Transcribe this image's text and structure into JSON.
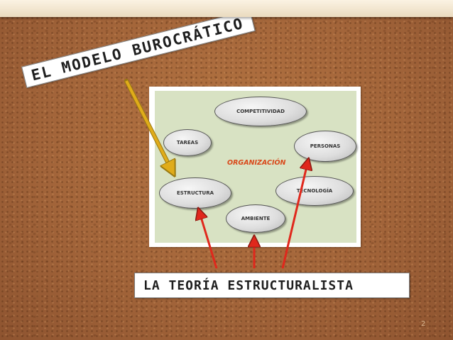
{
  "slide": {
    "top_label": "EL MODELO BUROCRÁTICO",
    "bottom_label": "LA TEORÍA ESTRUCTURALISTA",
    "page_number": "2"
  },
  "diagram": {
    "center": "ORGANIZACIÓN",
    "nodes": {
      "competitividad": "COMPETITIVIDAD",
      "tareas": "TAREAS",
      "personas": "PERSONAS",
      "estructura": "ESTRUCTURA",
      "tecnologia": "TECNOLOGÍA",
      "ambiente": "AMBIENTE"
    }
  },
  "colors": {
    "cork": "#a8693b",
    "diagram_background": "#d8e2c3",
    "center_text": "#d9491b",
    "yellow_arrow": "#e0ac1a",
    "red_arrow": "#e0281c"
  }
}
